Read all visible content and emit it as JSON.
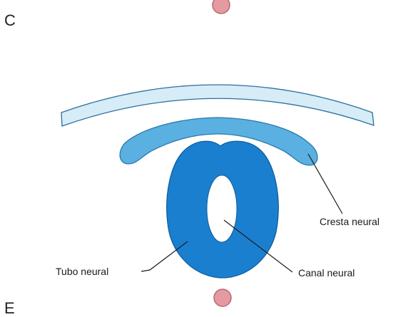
{
  "panel_letters": {
    "top": "C",
    "bottom": "E"
  },
  "labels": {
    "neural_crest": "Cresta neural",
    "neural_tube": "Tubo neural",
    "neural_canal": "Canal neural"
  },
  "colors": {
    "ectoderm_fill": "#d6ecf7",
    "ectoderm_stroke": "#2c6f9c",
    "crest_fill": "#5ab0e0",
    "crest_stroke": "#2a78ad",
    "tube_fill": "#1b7fd0",
    "tube_stroke": "#0f5f9f",
    "canal_fill": "#ffffff",
    "marker_fill": "#e49aa0",
    "marker_stroke": "#b86870"
  }
}
